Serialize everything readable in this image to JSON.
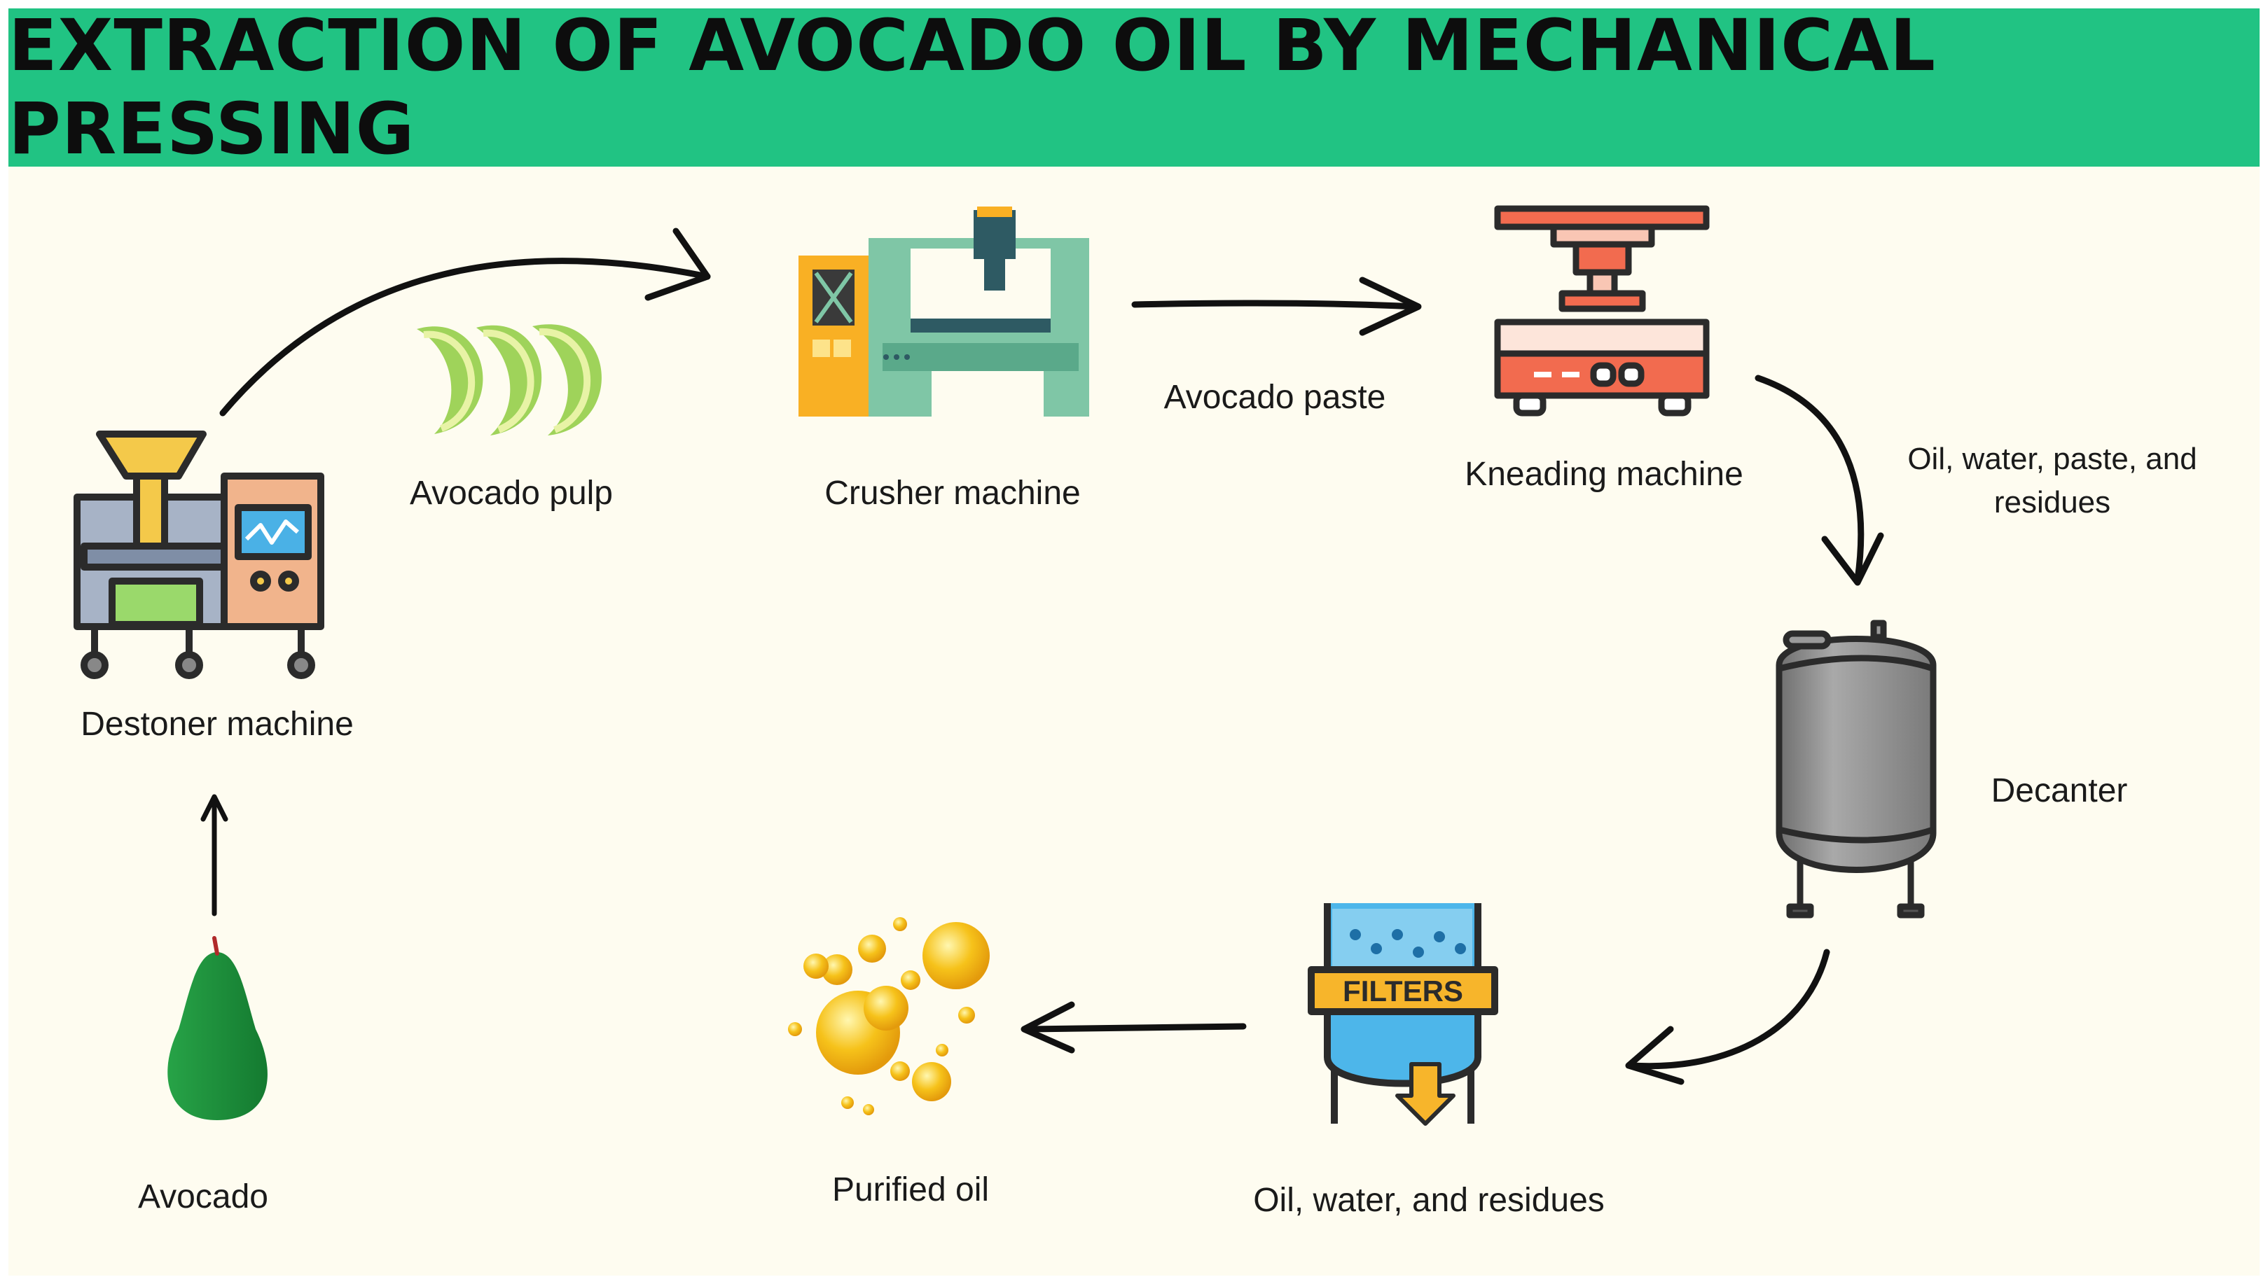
{
  "title": "EXTRACTION OF AVOCADO OIL BY MECHANICAL PRESSING",
  "labels": {
    "destoner": "Destoner machine",
    "pulp": "Avocado pulp",
    "crusher": "Crusher machine",
    "paste": "Avocado paste",
    "kneading": "Kneading machine",
    "oil_water_paste_line1": "Oil, water, paste, and",
    "oil_water_paste_line2": "residues",
    "decanter": "Decanter",
    "filters_sign": "FILTERS",
    "oil_water_residues": "Oil, water, and residues",
    "purified_oil": "Purified oil",
    "avocado": "Avocado"
  },
  "colors": {
    "banner": "#21c383",
    "background": "#fefcf0",
    "text": "#1a1a1a",
    "arrow": "#111111",
    "avocado_green": "#1f8c3b",
    "pulp_green": "#9fd35a",
    "crusher_teal": "#7fc6a6",
    "kneading_orange": "#f26b4f",
    "decanter_gray": "#8f8f8f",
    "filter_blue": "#4db6ea",
    "filter_yellow": "#f7b52b",
    "oil_yellow": "#f6c21a"
  },
  "icons": [
    "destoner-machine-icon",
    "avocado-pulp-icon",
    "crusher-machine-icon",
    "kneading-machine-icon",
    "decanter-tank-icon",
    "filter-tank-icon",
    "oil-bubbles-icon",
    "avocado-icon"
  ]
}
